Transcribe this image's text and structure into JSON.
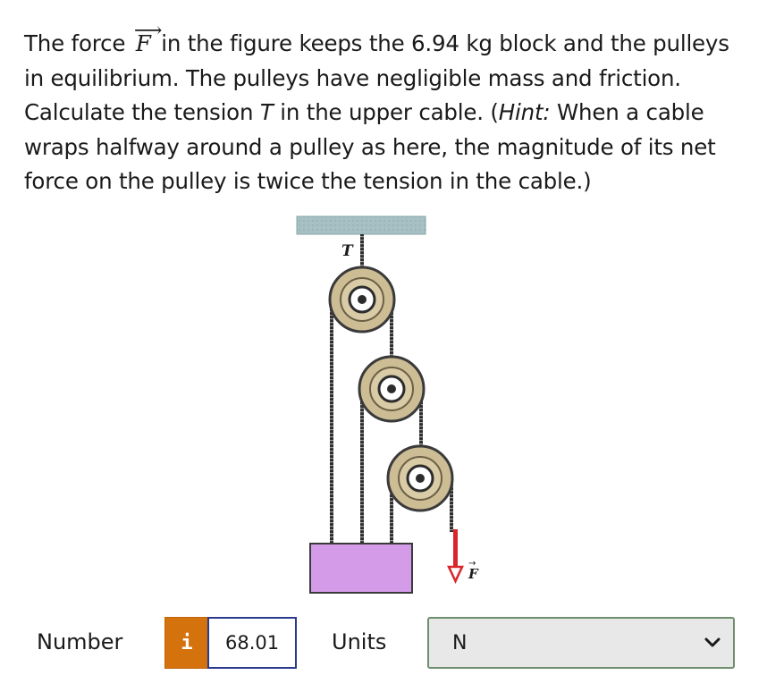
{
  "question": {
    "p1": "The force ",
    "vec_symbol": "F",
    "p2": " in the figure keeps the 6.94 kg block and the pulleys in equilibrium. The pulleys have negligible mass and friction. Calculate the tension ",
    "t_symbol": "T",
    "p3": " in the upper cable. (",
    "hint_label": "Hint:",
    "p4": " When a cable wraps halfway around a pulley as here, the magnitude of its net force on the pulley is twice the tension in the cable.)"
  },
  "figure": {
    "label_T": "T",
    "label_F": "F",
    "colors": {
      "ceiling": "#a7c0c4",
      "pulley": "#cdbd95",
      "block": "#d49ce8",
      "force_arrow": "#d8262b"
    }
  },
  "answer": {
    "number_label": "Number",
    "info_icon": "i",
    "number_value": "68.01",
    "units_label": "Units",
    "units_value": "N"
  }
}
